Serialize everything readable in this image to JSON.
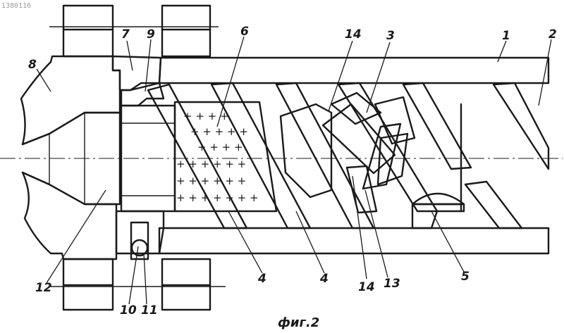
{
  "sheet_number": "1380116",
  "caption": "фиг.2",
  "labels": {
    "l1": "1",
    "l2": "2",
    "l3": "3",
    "l4a": "4",
    "l4b": "4",
    "l5": "5",
    "l6": "6",
    "l7": "7",
    "l8": "8",
    "l9": "9",
    "l10": "10",
    "l11": "11",
    "l12": "12",
    "l13": "13",
    "l14a": "14",
    "l14b": "14"
  }
}
